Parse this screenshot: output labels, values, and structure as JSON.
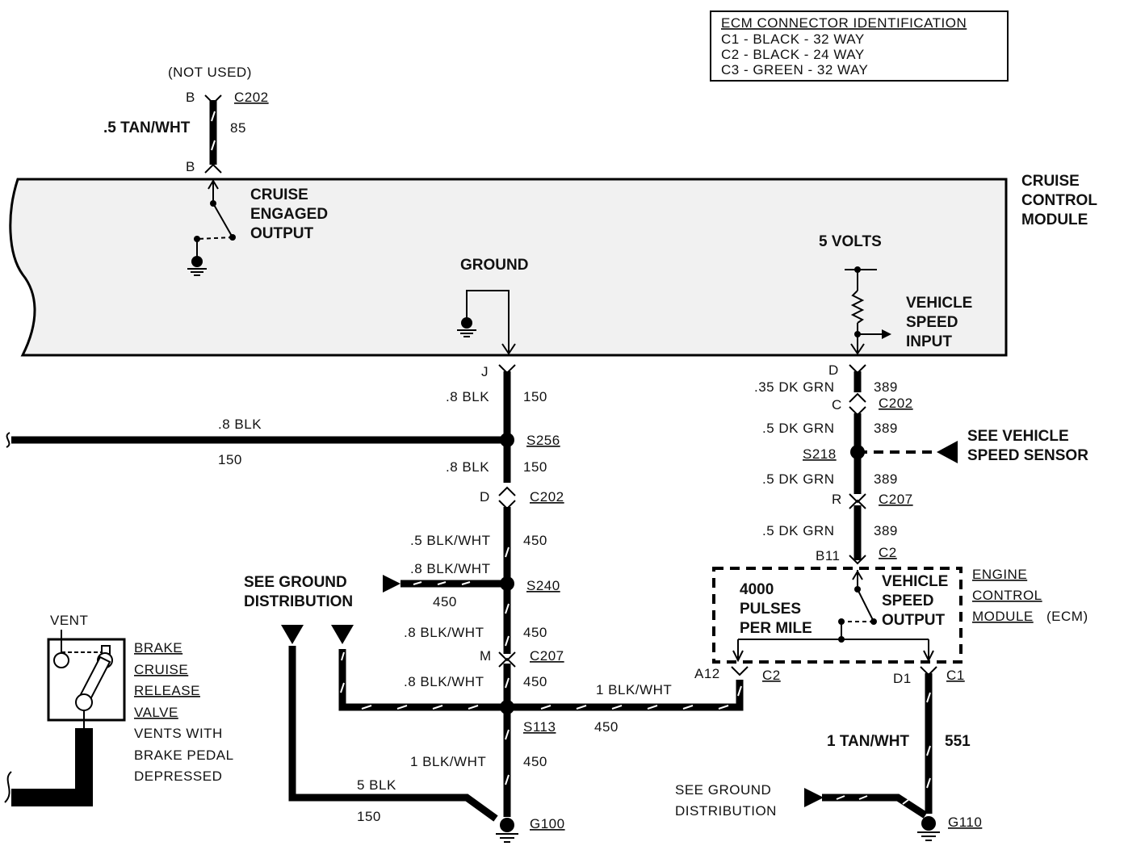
{
  "legend": {
    "title": "ECM CONNECTOR IDENTIFICATION",
    "rows": [
      "C1 - BLACK - 32 WAY",
      "C2 - BLACK - 24 WAY",
      "C3 - GREEN - 32 WAY"
    ]
  },
  "module": {
    "name_line1": "CRUISE",
    "name_line2": "CONTROL",
    "name_line3": "MODULE",
    "engaged_line1": "CRUISE",
    "engaged_line2": "ENGAGED",
    "engaged_line3": "OUTPUT",
    "ground": "GROUND",
    "volts": "5 VOLTS",
    "vs_line1": "VEHICLE",
    "vs_line2": "SPEED",
    "vs_line3": "INPUT"
  },
  "top_left": {
    "not_used": "(NOT USED)",
    "pin_top": "B",
    "pin_bottom": "B",
    "connector": "C202",
    "wire": ".5 TAN/WHT",
    "circuit": "85"
  },
  "center": {
    "pin_j": "J",
    "w1": ".8 BLK",
    "c1": "150",
    "left_wire": ".8 BLK",
    "left_circuit": "150",
    "s256": "S256",
    "w2": ".8 BLK",
    "c2": "150",
    "pin_d": "D",
    "c202": "C202",
    "w3": ".5 BLK/WHT",
    "c3": "450",
    "s240_wire": ".8 BLK/WHT",
    "s240_circuit": "450",
    "s240": "S240",
    "w4": ".8 BLK/WHT",
    "c4": "450",
    "pin_m": "M",
    "c207": "C207",
    "w5": ".8 BLK/WHT",
    "c5": "450",
    "s113": "S113",
    "right_wire": "1 BLK/WHT",
    "right_circuit": "450",
    "w6": "1 BLK/WHT",
    "c6": "450",
    "gnd_wire": "5 BLK",
    "gnd_circuit": "150",
    "g100": "G100",
    "see_ground_1": "SEE GROUND",
    "see_ground_2": "DISTRIBUTION"
  },
  "right": {
    "pin_d": "D",
    "w1": ".35 DK GRN",
    "c1": "389",
    "pin_c": "C",
    "c202": "C202",
    "w2": ".5 DK GRN",
    "c2": "389",
    "s218": "S218",
    "vss_1": "SEE VEHICLE",
    "vss_2": "SPEED SENSOR",
    "w3": ".5 DK GRN",
    "c3": "389",
    "pin_r": "R",
    "c207": "C207",
    "w4": ".5 DK GRN",
    "c4": "389",
    "pin_b11": "B11",
    "conn_c2": "C2",
    "pulses_1": "4000",
    "pulses_2": "PULSES",
    "pulses_3": "PER MILE",
    "vso_1": "VEHICLE",
    "vso_2": "SPEED",
    "vso_3": "OUTPUT",
    "ecm_1": "ENGINE",
    "ecm_2": "CONTROL",
    "ecm_3": "MODULE",
    "ecm_4": "(ECM)",
    "pin_a12": "A12",
    "conn_a12": "C2",
    "pin_d1": "D1",
    "conn_d1": "C1",
    "w5": "1 TAN/WHT",
    "c5": "551",
    "see_ground_1": "SEE GROUND",
    "see_ground_2": "DISTRIBUTION",
    "g110": "G110"
  },
  "valve": {
    "vent": "VENT",
    "l1": "BRAKE",
    "l2": "CRUISE",
    "l3": "RELEASE",
    "l4": "VALVE",
    "l5": "VENTS WITH",
    "l6": "BRAKE PEDAL",
    "l7": "DEPRESSED"
  }
}
